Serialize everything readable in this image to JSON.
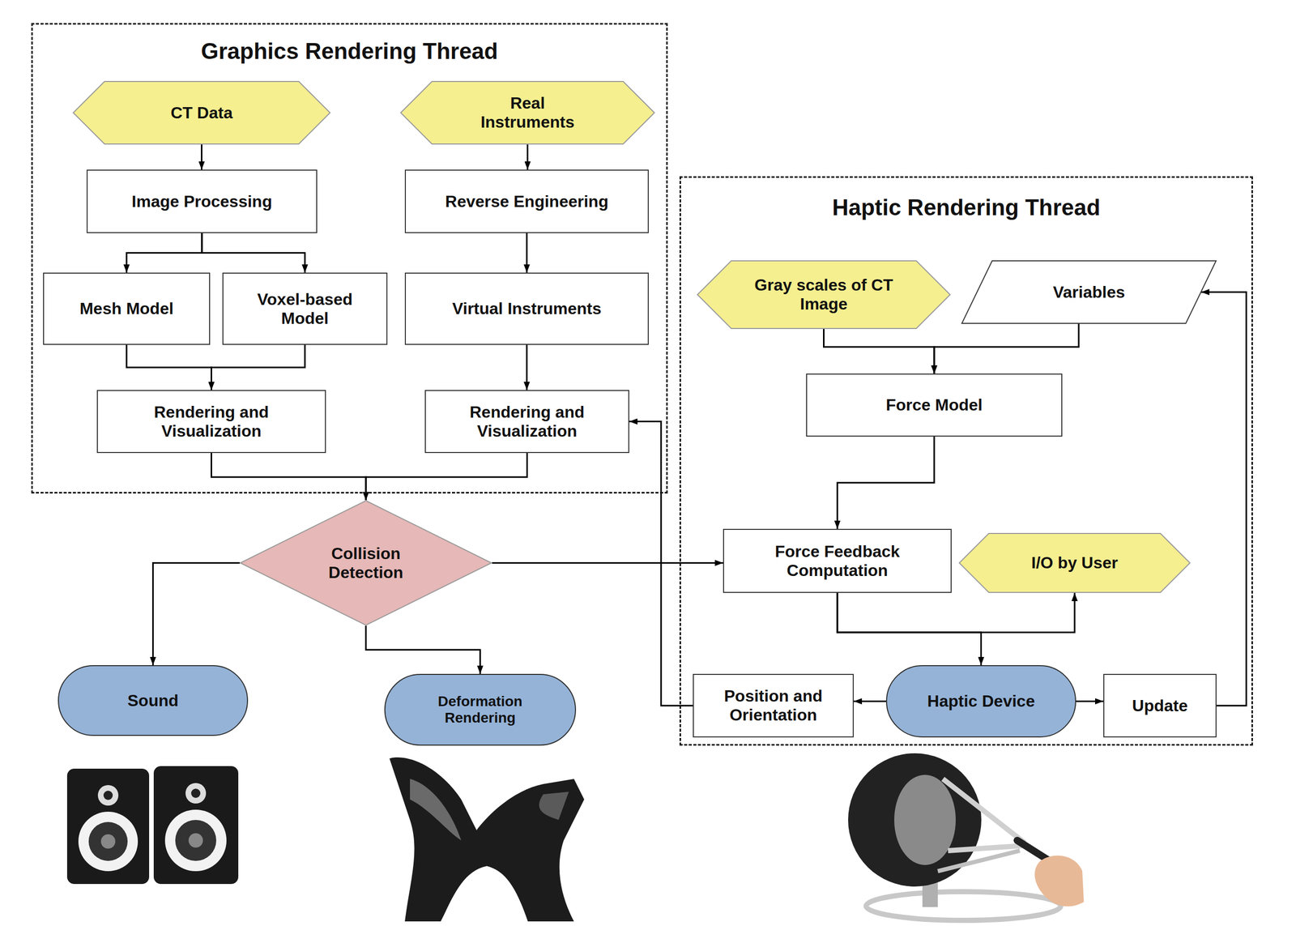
{
  "diagram": {
    "nodes": [
      {
        "text": [
          "Graphics Rendering Thread"
        ]
      },
      {
        "text": [
          "CT Data"
        ],
        "in": 0
      },
      {
        "text": [
          "Real Instruments"
        ],
        "in": 0
      },
      {
        "text": [
          "Image Processing"
        ],
        "in": 0
      },
      {
        "text": [
          "Reverse Engineering"
        ],
        "in": 0
      },
      {
        "text": [
          "Mesh Model"
        ],
        "in": 0
      },
      {
        "text": [
          "Voxel-based Model"
        ],
        "in": 0
      },
      {
        "text": [
          "Virtual Instruments"
        ],
        "in": 0
      },
      {
        "text": [
          "Rendering and Visualization"
        ],
        "in": 0
      },
      {
        "text": [
          "Rendering and Visualization"
        ],
        "in": 0
      },
      {
        "text": [
          "Haptic Rendering Thread"
        ]
      },
      {
        "text": [
          "Gray scales of CT Image"
        ],
        "in": 10
      },
      {
        "text": [
          "Variables"
        ],
        "in": 10
      },
      {
        "text": [
          "Force Model"
        ],
        "in": 10
      },
      {
        "text": [
          "Collision Detection"
        ]
      },
      {
        "text": [
          "Force Feedback Computation"
        ],
        "in": 10
      },
      {
        "text": [
          "I/O by User"
        ],
        "in": 10
      },
      {
        "text": [
          "Sound"
        ]
      },
      {
        "text": [
          "Deformation Rendering"
        ]
      },
      {
        "text": [
          "Position and Orientation"
        ],
        "in": 10
      },
      {
        "text": [
          "Haptic Device"
        ],
        "in": 10
      },
      {
        "text": [
          "Update"
        ],
        "in": 10
      }
    ],
    "edges": [
      {
        "from": 1,
        "to": 3,
        "arrow": "to"
      },
      {
        "from": 2,
        "to": 4,
        "arrow": "to"
      },
      {
        "from": 3,
        "to": 5,
        "arrow": "to"
      },
      {
        "from": 3,
        "to": 6,
        "arrow": "to"
      },
      {
        "from": 4,
        "to": 7,
        "arrow": "to"
      },
      {
        "from": 5,
        "to": 8,
        "arrow": "to"
      },
      {
        "from": 6,
        "to": 8,
        "arrow": "to"
      },
      {
        "from": 7,
        "to": 9,
        "arrow": "to"
      },
      {
        "from": 8,
        "to": 14,
        "arrow": "to"
      },
      {
        "from": 9,
        "to": 14,
        "arrow": "to"
      },
      {
        "from": 11,
        "to": 13,
        "arrow": "to"
      },
      {
        "from": 12,
        "to": 13,
        "arrow": "to"
      },
      {
        "from": 13,
        "to": 15,
        "arrow": "to"
      },
      {
        "from": 14,
        "to": 15,
        "arrow": "to"
      },
      {
        "from": 14,
        "to": 17,
        "arrow": "to"
      },
      {
        "from": 14,
        "to": 18,
        "arrow": "to"
      },
      {
        "from": 15,
        "to": 16,
        "arrow": "to"
      },
      {
        "from": 15,
        "to": 20,
        "arrow": "to"
      },
      {
        "from": 20,
        "to": 19,
        "arrow": "to"
      },
      {
        "from": 20,
        "to": 21,
        "arrow": "to"
      },
      {
        "from": 21,
        "to": 12,
        "arrow": "to"
      },
      {
        "from": 19,
        "to": 9,
        "arrow": "to"
      }
    ]
  }
}
